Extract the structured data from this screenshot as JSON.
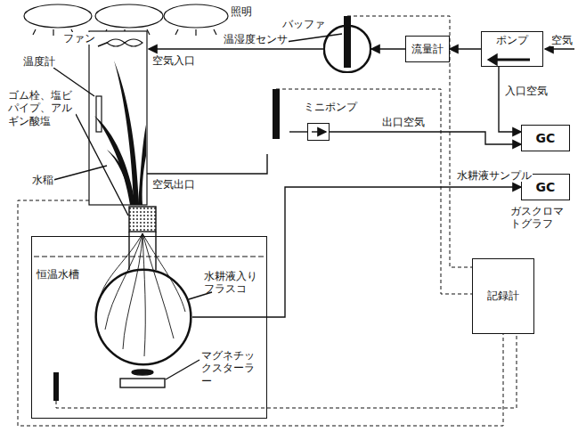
{
  "diagram": {
    "nodes": [
      {
        "text": [
          "流量計"
        ]
      },
      {
        "text": [
          "ポンプ"
        ]
      },
      {
        "text": [
          "バッファ"
        ]
      },
      {
        "text": [
          "ミニポンプ"
        ]
      },
      {
        "text": [
          "GC"
        ]
      },
      {
        "text": [
          "GC",
          "ガスクロマトグラフ"
        ]
      },
      {
        "text": [
          "記録計"
        ]
      },
      {
        "text": [
          "恒温水槽"
        ]
      },
      {
        "text": [
          "水耕液入りフラスコ"
        ],
        "in": 7
      }
    ],
    "edges": [
      {
        "from": 1,
        "to": 0,
        "arrow": "to"
      },
      {
        "from": 0,
        "to": 2,
        "arrow": "to"
      },
      {
        "from": 3,
        "to": 4,
        "label": "出口空気",
        "arrow": "to"
      },
      {
        "from": 1,
        "to": 4,
        "label": "入口空気",
        "arrow": "to"
      },
      {
        "from": 8,
        "to": 5,
        "label": "水耕液サンプル",
        "arrow": "to"
      }
    ],
    "labels": [
      "照明",
      "ファン",
      "温湿度センサ",
      "温度計",
      "空気",
      "空気入口",
      "ゴム栓、塩ビパイプ、アルギン酸塩",
      "水稲",
      "空気出口",
      "マグネチックスターラー"
    ]
  }
}
